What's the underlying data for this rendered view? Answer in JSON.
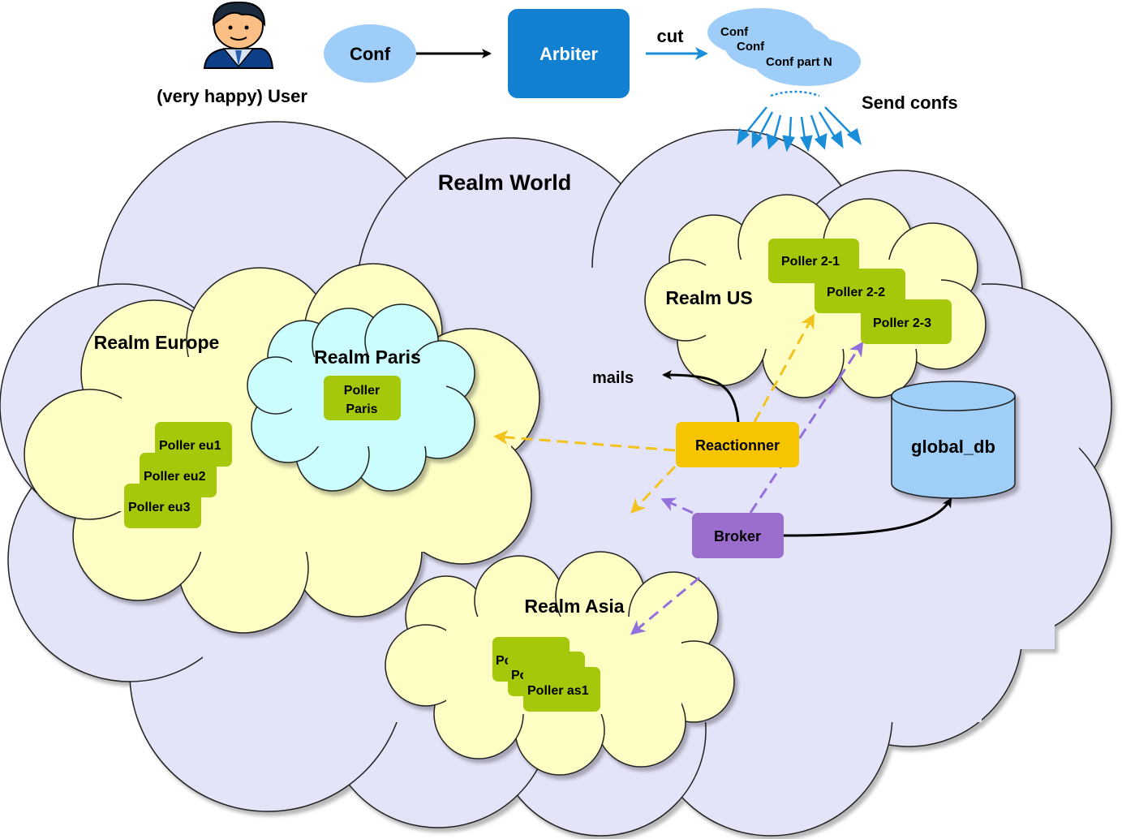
{
  "user_label": "(very happy) User",
  "conf_label": "Conf",
  "arbiter_label": "Arbiter",
  "cut_label": "cut",
  "conf_parts": [
    "Conf",
    "Conf",
    "Conf part N"
  ],
  "send_confs_label": "Send confs",
  "realms": {
    "world": "Realm World",
    "europe": "Realm Europe",
    "paris": "Realm Paris",
    "us": "Realm US",
    "asia": "Realm Asia"
  },
  "pollers": {
    "paris": [
      "Poller",
      "Paris"
    ],
    "europe": [
      "Poller eu1",
      "Poller eu2",
      "Poller eu3"
    ],
    "us": [
      "Poller 2-1",
      "Poller 2-2",
      "Poller 2-3"
    ],
    "asia": [
      "Po",
      "Po",
      "Poller as1"
    ]
  },
  "reactionner_label": "Reactionner",
  "broker_label": "Broker",
  "mails_label": "mails",
  "db_label": "global_db",
  "colors": {
    "world_cloud": "#e4e4f9",
    "realm_cloud": "#fdfdc4",
    "paris_cloud": "#ccfdfd",
    "poller": "#a5c80a",
    "arbiter": "#1180d0",
    "conf": "#9ecdf7",
    "reactionner": "#f7c500",
    "broker": "#9b6dcc",
    "db": "#9fcff7",
    "yellow_arrow": "#f2c21d",
    "purple_arrow": "#9370db",
    "blue_arrow": "#1a8ed9"
  }
}
